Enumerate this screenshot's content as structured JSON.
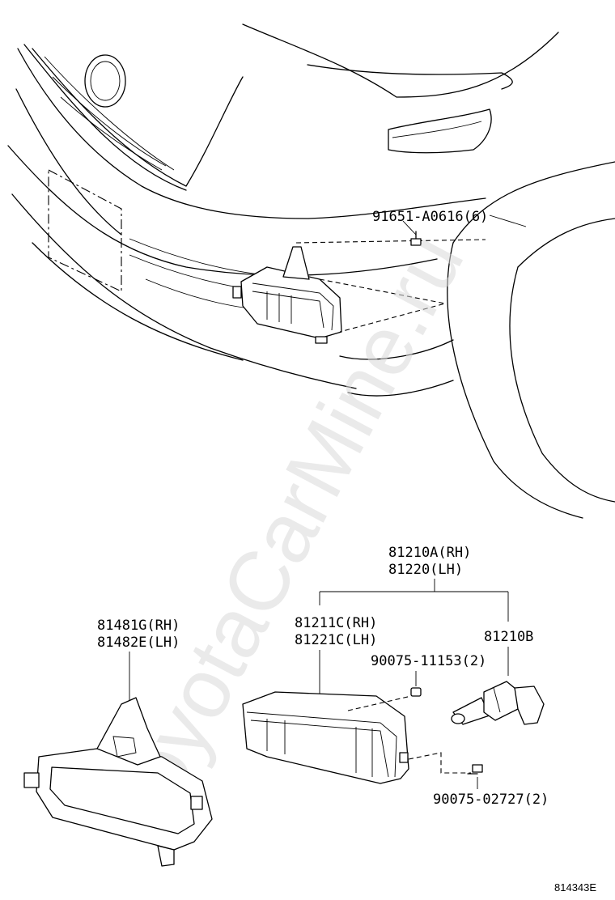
{
  "watermark": "ToyotaCarMine.ru",
  "labels": {
    "bolt_top": "91651-A0616(6)",
    "lamp_assy_rh": "81210A(RH)",
    "lamp_assy_lh": "81220(LH)",
    "lens_rh": "81211C(RH)",
    "lens_lh": "81221C(LH)",
    "bulb": "81210B",
    "nut": "90075-11153(2)",
    "screw": "90075-02727(2)",
    "bracket_rh": "81481G(RH)",
    "bracket_lh": "81482E(LH)"
  },
  "figure_id": "814343E"
}
